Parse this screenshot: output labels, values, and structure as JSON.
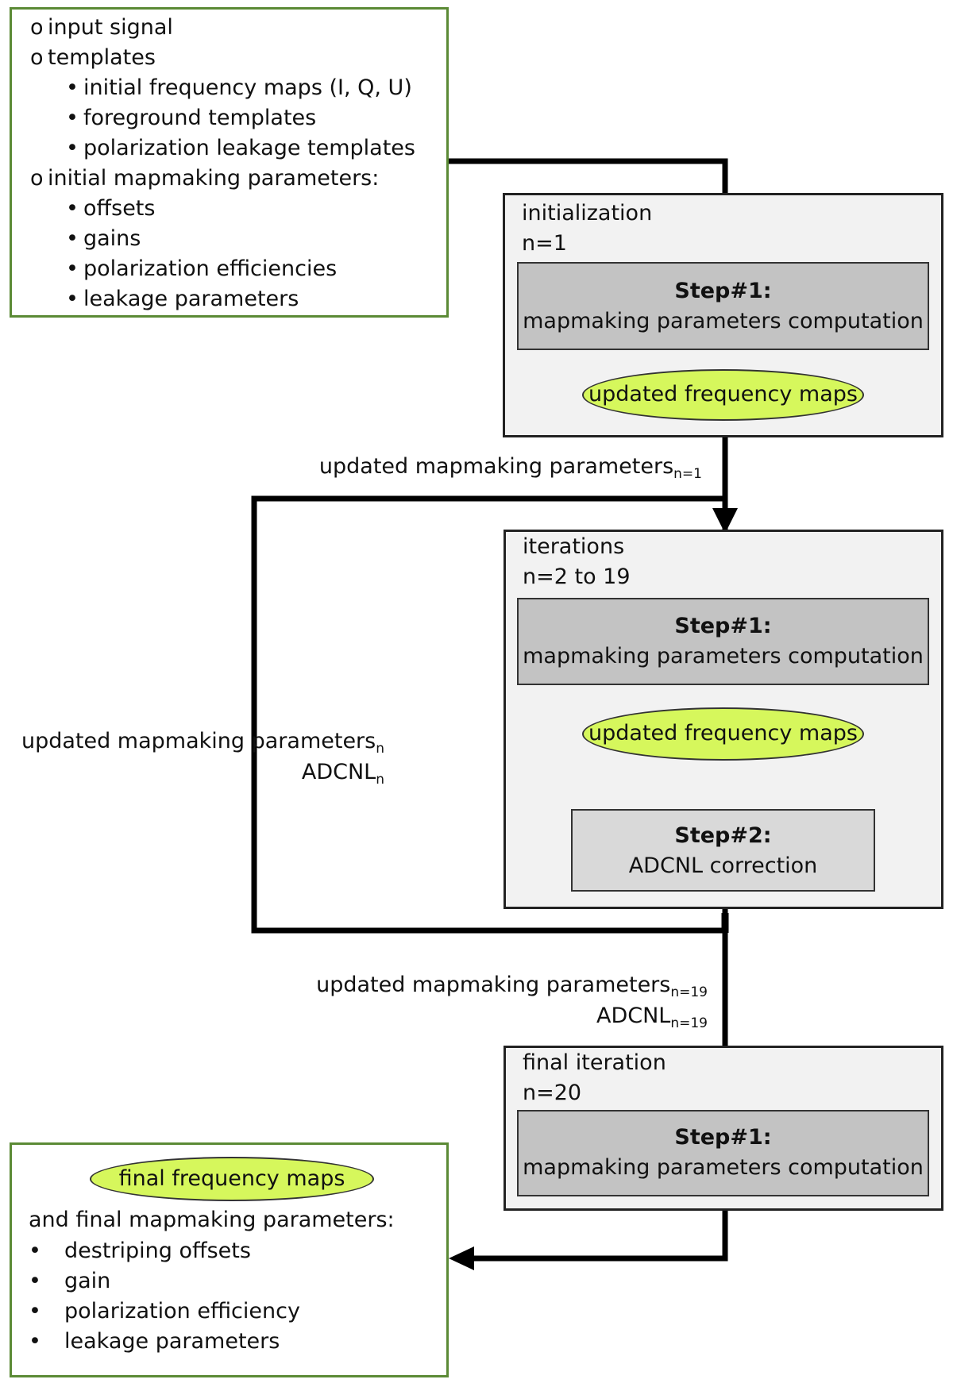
{
  "inputs": {
    "items": [
      {
        "marker": "o",
        "text": "input signal",
        "level": 0
      },
      {
        "marker": "o",
        "text": "templates",
        "level": 0
      },
      {
        "marker": "•",
        "text": "initial frequency maps (I, Q, U)",
        "level": 1
      },
      {
        "marker": "•",
        "text": "foreground templates",
        "level": 1
      },
      {
        "marker": "•",
        "text": "polarization leakage templates",
        "level": 1
      },
      {
        "marker": "o",
        "text": "initial mapmaking parameters:",
        "level": 0
      },
      {
        "marker": "•",
        "text": "offsets",
        "level": 1
      },
      {
        "marker": "•",
        "text": "gains",
        "level": 1
      },
      {
        "marker": "•",
        "text": "polarization efficiencies",
        "level": 1
      },
      {
        "marker": "•",
        "text": "leakage parameters",
        "level": 1
      }
    ]
  },
  "stages": {
    "init": {
      "title": "initialization",
      "n": "n=1"
    },
    "iter": {
      "title": "iterations",
      "n": "n=2 to 19"
    },
    "final": {
      "title": "final iteration",
      "n": "n=20"
    }
  },
  "step1": {
    "title": "Step#1:",
    "desc": "mapmaking parameters computation"
  },
  "step2": {
    "title": "Step#2:",
    "desc": "ADCNL correction"
  },
  "maps_label": "updated frequency maps",
  "flow_labels": {
    "after_init": {
      "text": "updated mapmaking parameters",
      "sub": "n=1"
    },
    "loop_params": {
      "text": "updated mapmaking parameters",
      "sub": "n"
    },
    "loop_adcnl": {
      "text": "ADCNL",
      "sub": "n"
    },
    "before_final_params": {
      "text": "updated mapmaking parameters",
      "sub": "n=19"
    },
    "before_final_adcnl": {
      "text": "ADCNL",
      "sub": "n=19"
    }
  },
  "outputs": {
    "maps_label": "final frequency maps",
    "header": "and final mapmaking parameters:",
    "items": [
      "destriping offsets",
      "gain",
      "polarization efficiency",
      "leakage parameters"
    ]
  },
  "colors": {
    "input_border": "#5b8a35",
    "ellipse_fill": "#d6f75c",
    "step1_fill": "#c3c3c3",
    "step2_fill": "#d9d9d9",
    "stage_fill": "#f2f2f2"
  }
}
